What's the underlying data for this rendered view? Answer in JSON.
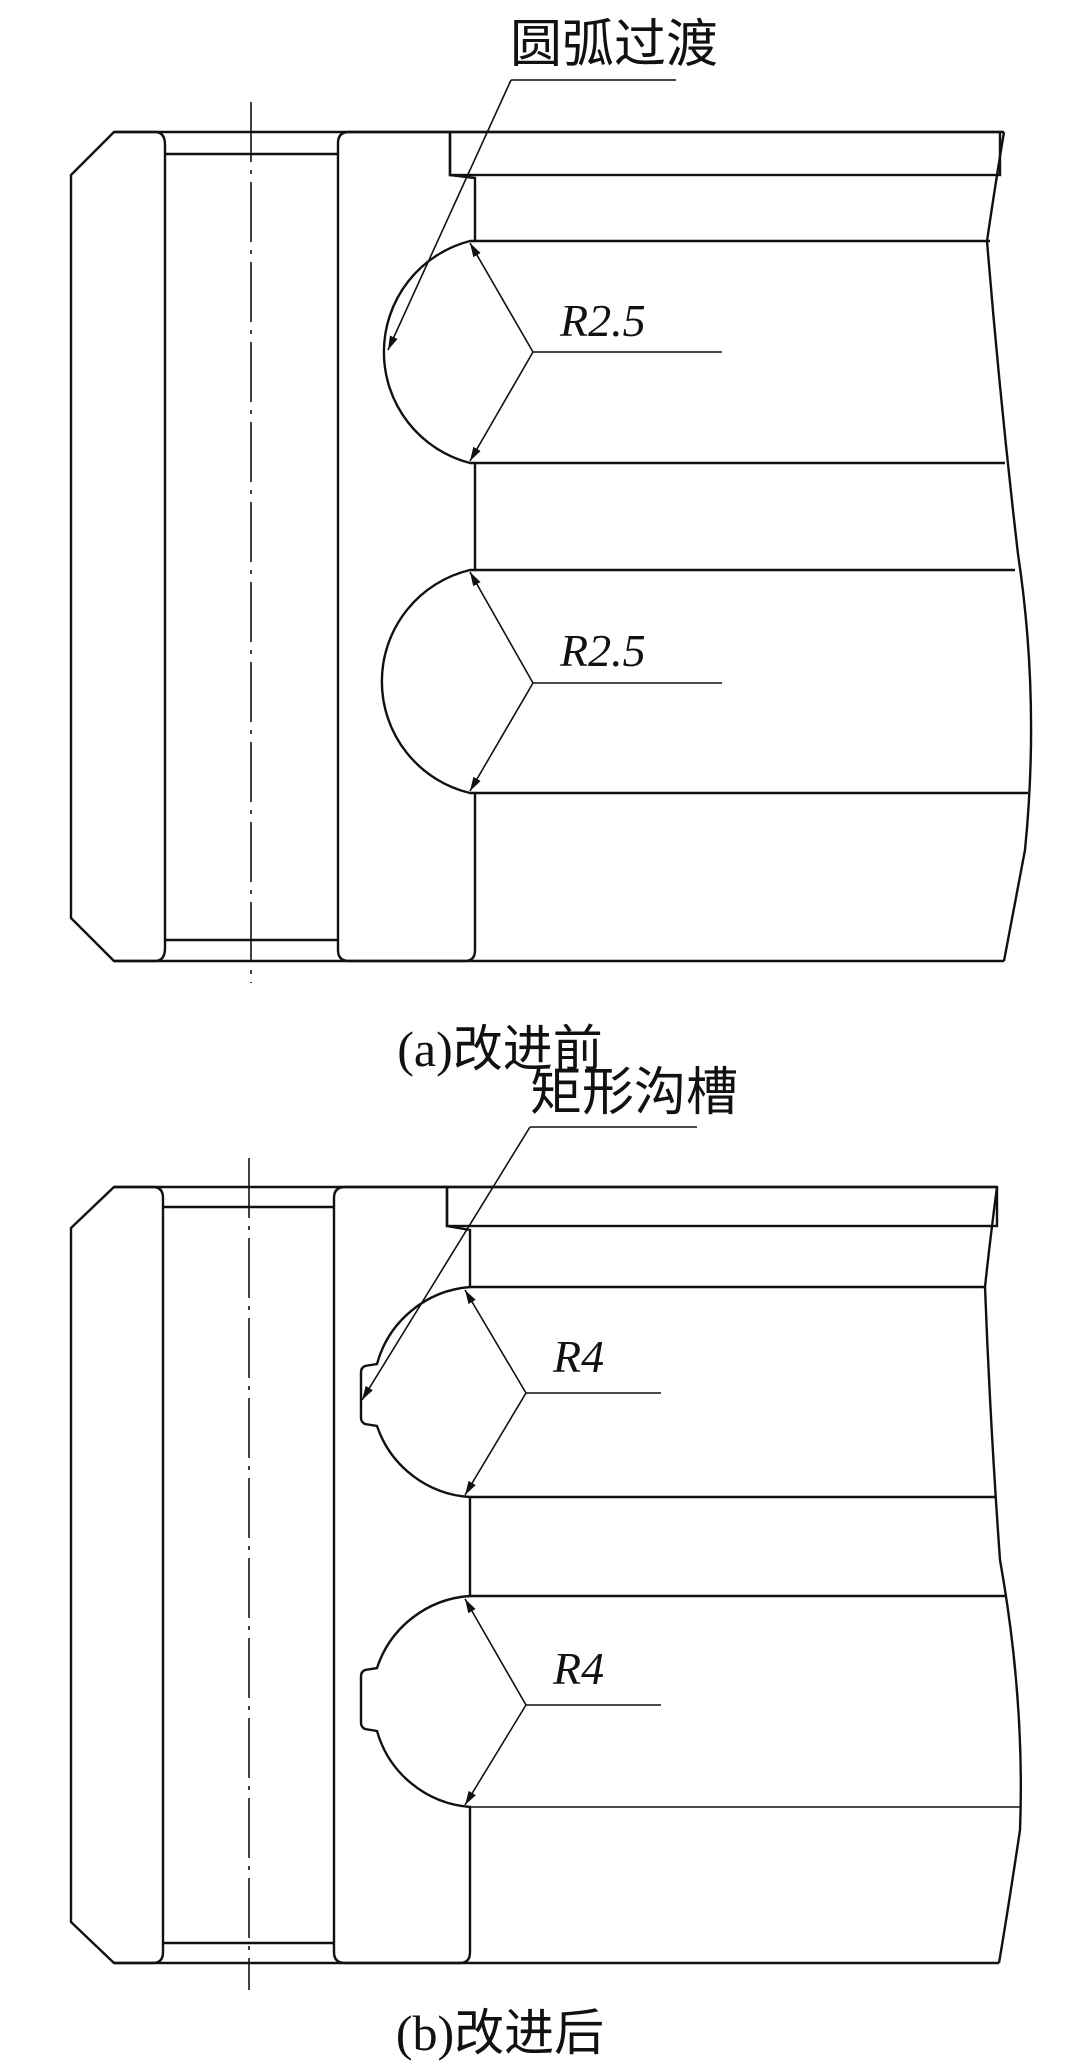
{
  "panel_a": {
    "callout_label": "圆弧过渡",
    "dimension_top": "R2.5",
    "dimension_bottom": "R2.5",
    "caption": "(a)改进前"
  },
  "panel_b": {
    "callout_label": "矩形沟槽",
    "dimension_top": "R4",
    "dimension_bottom": "R4",
    "caption": "(b)改进后"
  }
}
